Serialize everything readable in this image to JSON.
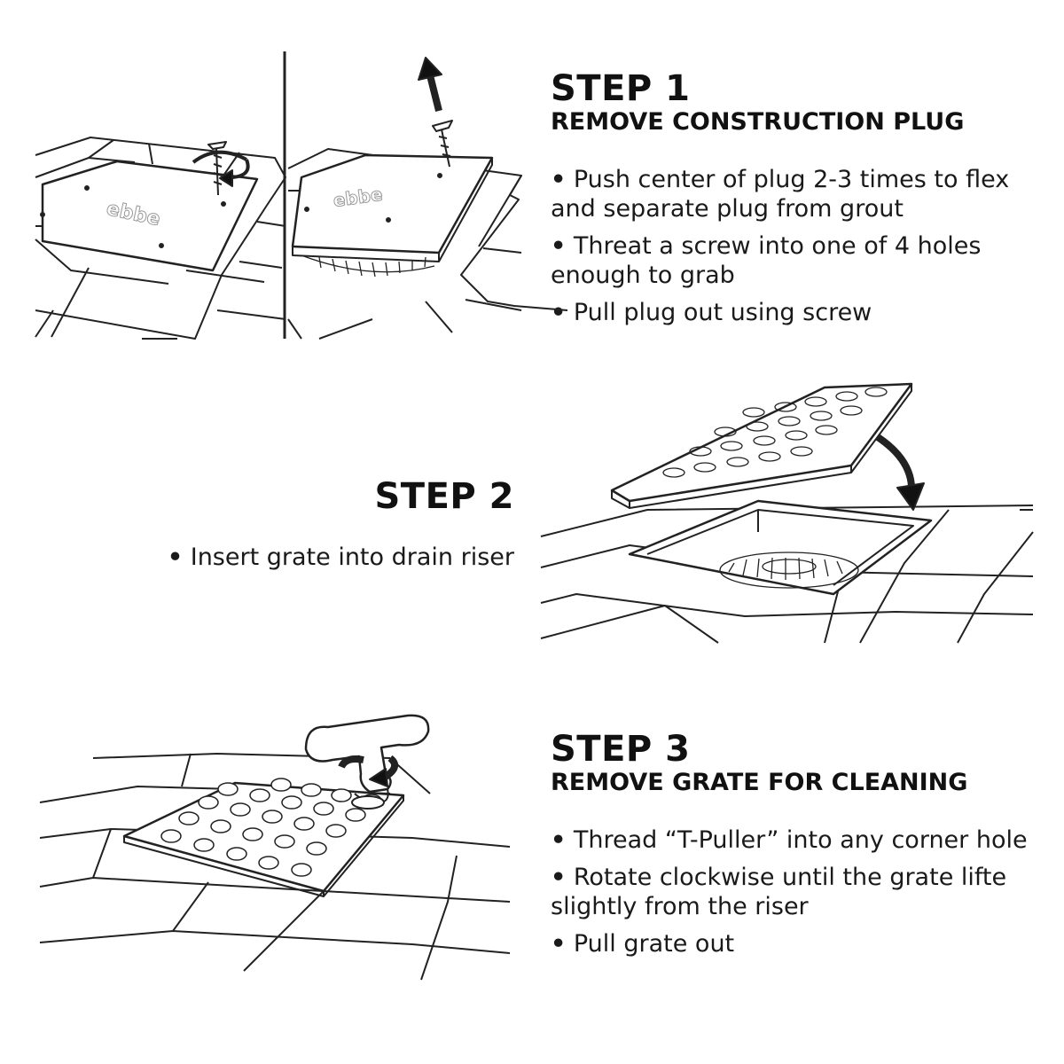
{
  "step1": {
    "title": "STEP 1",
    "subtitle": "REMOVE CONSTRUCTION PLUG",
    "bullets": [
      "Push center of plug 2-3 times to flex and separate plug from grout",
      "Threat a screw into one of 4 holes enough to grab",
      "Pull plug out using screw"
    ],
    "plug_logo": "ebbe"
  },
  "step2": {
    "title": "STEP 2",
    "bullets": [
      "Insert grate into drain riser"
    ]
  },
  "step3": {
    "title": "STEP 3",
    "subtitle": "REMOVE GRATE FOR CLEANING",
    "bullets": [
      "Thread “T-Puller” into any corner hole",
      "Rotate clockwise until the grate lifte slightly from the riser",
      "Pull grate out"
    ]
  },
  "icons": [
    "screw-icon",
    "rotate-arrow-icon",
    "up-arrow-icon",
    "down-arrow-icon",
    "t-puller-icon"
  ],
  "colors": {
    "text": "#111111",
    "line": "#222222",
    "background": "#ffffff"
  },
  "bullet_symbol": "•"
}
